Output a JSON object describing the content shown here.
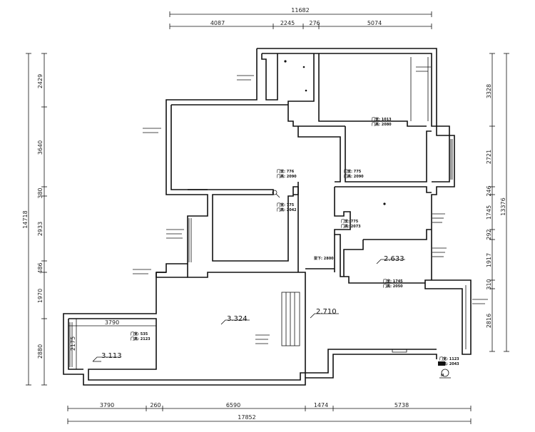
{
  "dimensions": {
    "top_total": "11682",
    "top_segments": [
      "4087",
      "2245",
      "276",
      "5074"
    ],
    "bottom_segments": [
      "3790",
      "260",
      "6590",
      "1474",
      "5738"
    ],
    "bottom_total": "17852",
    "left_segments": [
      "2429",
      "3640",
      "380",
      "2933",
      "486",
      "1970",
      "2880"
    ],
    "left_total": "14718",
    "right_segments": [
      "3328",
      "2721",
      "246",
      "1745",
      "292",
      "1917",
      "310",
      "2816"
    ],
    "right_total": "13376",
    "inner_width": "3790",
    "inner_height": "2175"
  },
  "levels": {
    "left_room": "3.113",
    "living": "3.324",
    "hall": "2.710",
    "right_room": "2.633"
  },
  "doors": [
    {
      "w": "门宽: 776",
      "h": "门高: 2090"
    },
    {
      "w": "门宽: 775",
      "h": "门高: 2090"
    },
    {
      "w": "门宽: 775",
      "h": "门高: 2042"
    },
    {
      "w": "门宽: 775",
      "h": "门高: 2073"
    },
    {
      "w": "门宽: 1013",
      "h": "门高: 2080"
    },
    {
      "w": "门宽: 1745",
      "h": "门高: 2050"
    },
    {
      "w": "门宽: 535",
      "h": "门高: 2123"
    },
    {
      "w": "门宽: 1123",
      "h": "门高: 2043"
    }
  ],
  "beam_label": "梁下: 2800",
  "labels": {
    "compass": "N"
  }
}
